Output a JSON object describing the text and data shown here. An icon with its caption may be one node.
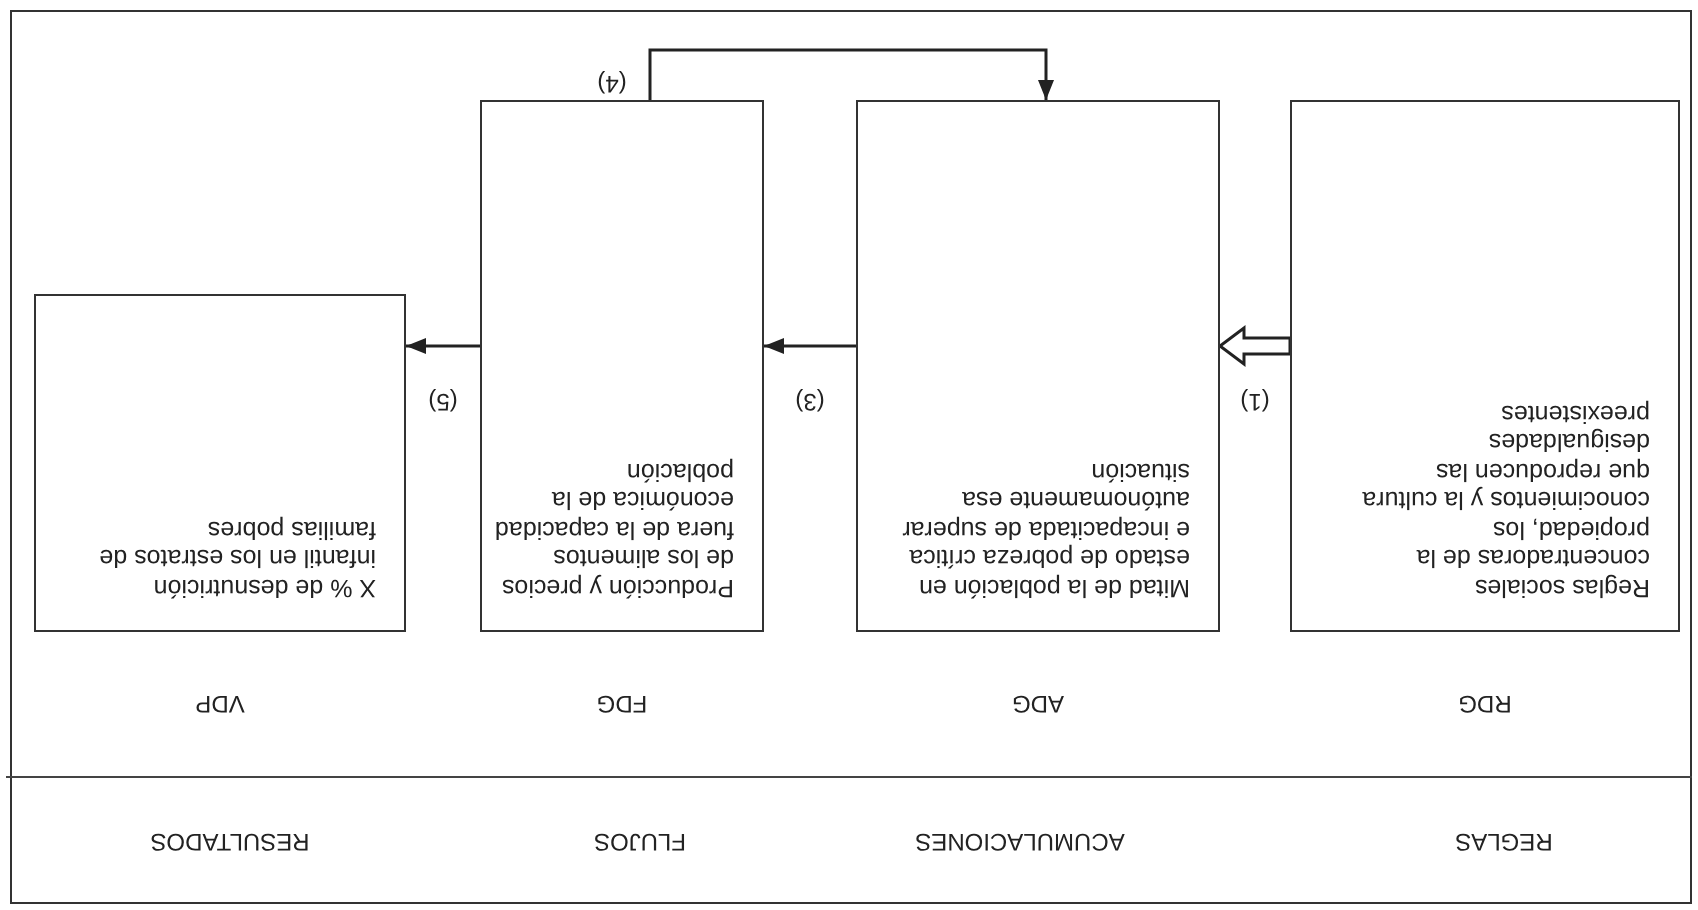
{
  "diagram": {
    "nodes": [
      {
        "text": [
          "RDG",
          "Reglas sociales concentradoras de la propiedad, los conocimientos y la cultura que reproducen las desigualdades preexistentes"
        ]
      },
      {
        "text": [
          "ADG",
          "Mitad de la población en estado de pobreza crítica e incapacitada de superar autónomamente esa situación"
        ]
      },
      {
        "text": [
          "FDG",
          "Producción y precios de los alimentos fuera de la capacidad económica de la población"
        ]
      },
      {
        "text": [
          "VDP",
          "X % de desnutrición infantil en los estratos de familias pobres"
        ]
      }
    ],
    "edges": [
      {
        "from": 0,
        "to": 1,
        "arrow": "to",
        "label": "(1)",
        "style": "thick"
      },
      {
        "from": 1,
        "to": 2,
        "arrow": "to",
        "label": "(3)"
      },
      {
        "from": 2,
        "to": 1,
        "arrow": "to",
        "label": "(4)"
      },
      {
        "from": 2,
        "to": 3,
        "arrow": "to",
        "label": "(5)"
      }
    ],
    "labels": [
      "REGLAS",
      "ACUMULACIONES",
      "FLUJOS",
      "RESULTADOS"
    ]
  }
}
